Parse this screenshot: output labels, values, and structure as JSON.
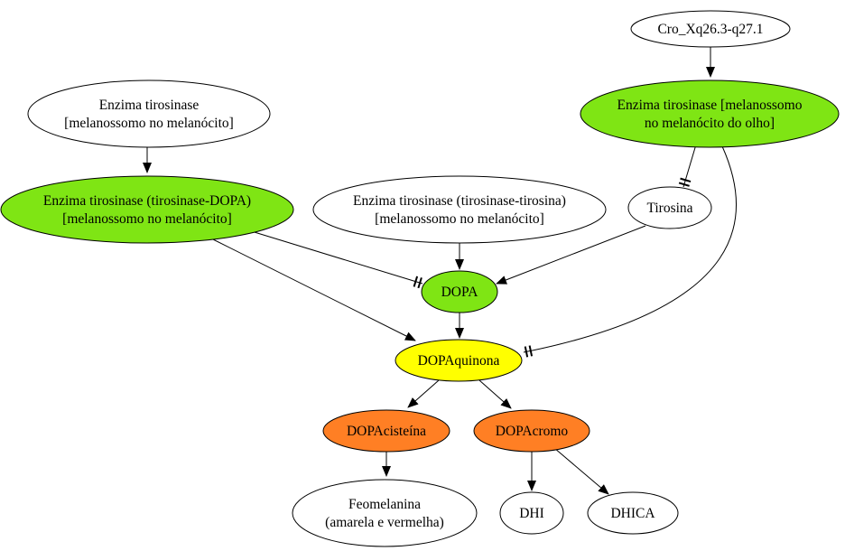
{
  "diagram": {
    "colors": {
      "white": "#ffffff",
      "green": "#7fe514",
      "yellow": "#ffff00",
      "orange": "#ff7f24",
      "stroke": "#000000"
    },
    "nodes": {
      "cro": {
        "lines": [
          "Cro_Xq26.3-q27.1"
        ],
        "color": "white"
      },
      "tyr_mel": {
        "lines": [
          "Enzima tirosinase",
          "[melanossomo no melanócito]"
        ],
        "color": "white"
      },
      "tyr_eye": {
        "lines": [
          "Enzima tirosinase [melanossomo",
          "no melanócito do olho]"
        ],
        "color": "green"
      },
      "tyr_dopa": {
        "lines": [
          "Enzima tirosinase (tirosinase-DOPA)",
          "[melanossomo no melanócito]"
        ],
        "color": "green"
      },
      "tyr_tyr": {
        "lines": [
          "Enzima tirosinase (tirosinase-tirosina)",
          "[melanossomo no melanócito]"
        ],
        "color": "white"
      },
      "tirosina": {
        "lines": [
          "Tirosina"
        ],
        "color": "white"
      },
      "dopa": {
        "lines": [
          "DOPA"
        ],
        "color": "green"
      },
      "dopaquinona": {
        "lines": [
          "DOPAquinona"
        ],
        "color": "yellow"
      },
      "dopacisteina": {
        "lines": [
          "DOPAcisteína"
        ],
        "color": "orange"
      },
      "dopacromo": {
        "lines": [
          "DOPAcromo"
        ],
        "color": "orange"
      },
      "feomelanina": {
        "lines": [
          "Feomelanina",
          "(amarela e vermelha)"
        ],
        "color": "white"
      },
      "dhi": {
        "lines": [
          "DHI"
        ],
        "color": "white"
      },
      "dhica": {
        "lines": [
          "DHICA"
        ],
        "color": "white"
      }
    },
    "edges": [
      {
        "from": "cro",
        "to": "tyr_eye",
        "style": "normal"
      },
      {
        "from": "tyr_mel",
        "to": "tyr_dopa",
        "style": "normal"
      },
      {
        "from": "tyr_eye",
        "to": "tirosina",
        "style": "tee"
      },
      {
        "from": "tyr_eye",
        "to": "dopaquinona",
        "style": "tee"
      },
      {
        "from": "tyr_dopa",
        "to": "dopa",
        "style": "tee"
      },
      {
        "from": "tyr_dopa",
        "to": "dopaquinona",
        "style": "normal"
      },
      {
        "from": "tyr_tyr",
        "to": "dopa",
        "style": "normal"
      },
      {
        "from": "tirosina",
        "to": "dopa",
        "style": "normal"
      },
      {
        "from": "dopa",
        "to": "dopaquinona",
        "style": "normal"
      },
      {
        "from": "dopaquinona",
        "to": "dopacisteina",
        "style": "normal"
      },
      {
        "from": "dopaquinona",
        "to": "dopacromo",
        "style": "normal"
      },
      {
        "from": "dopacisteina",
        "to": "feomelanina",
        "style": "normal"
      },
      {
        "from": "dopacromo",
        "to": "dhi",
        "style": "normal"
      },
      {
        "from": "dopacromo",
        "to": "dhica",
        "style": "normal"
      }
    ]
  }
}
